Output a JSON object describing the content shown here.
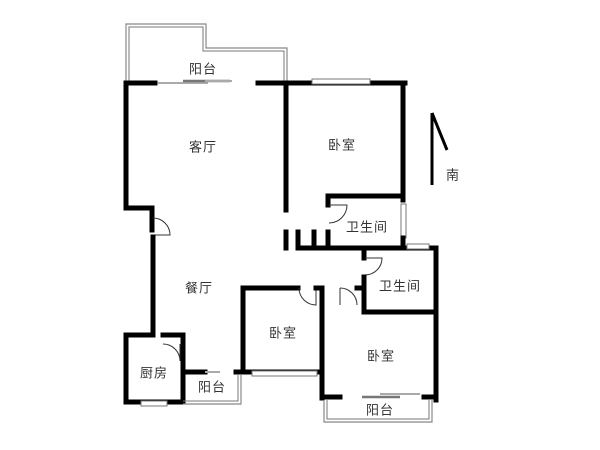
{
  "floor_plan": {
    "rooms": {
      "balcony_top": "阳台",
      "living_room": "客厅",
      "bedroom_master": "卧室",
      "bathroom_1": "卫生间",
      "bathroom_2": "卫生间",
      "dining_room": "餐厅",
      "bedroom_2": "卧室",
      "bedroom_3": "卧室",
      "kitchen": "厨房",
      "balcony_kitchen": "阳台",
      "balcony_bottom": "阳台"
    },
    "compass": {
      "label": "南"
    },
    "colors": {
      "wall": "#000000",
      "outline": "#888888",
      "background": "#ffffff",
      "text": "#333333"
    }
  }
}
